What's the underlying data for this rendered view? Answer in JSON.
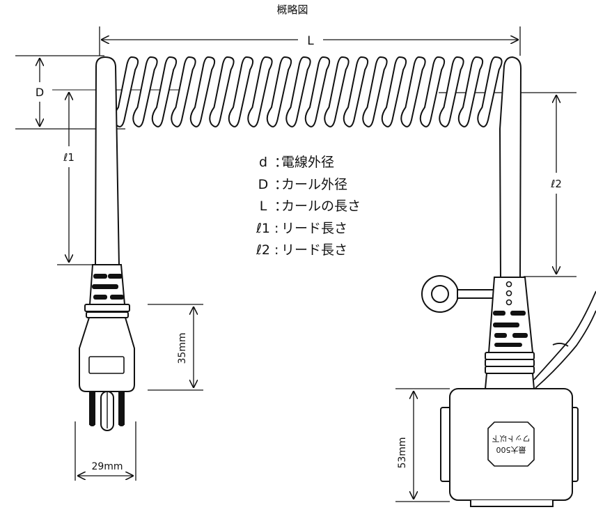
{
  "title": "概略図",
  "dimensions": {
    "L": "L",
    "D": "D",
    "l1": "ℓ1",
    "l2": "ℓ2",
    "d": "d",
    "plug_length": "35mm",
    "plug_width": "29mm",
    "box_height": "53mm"
  },
  "legend": [
    {
      "key": "d",
      "sep": "：",
      "text": "電線外径"
    },
    {
      "key": "D",
      "sep": "：",
      "text": "カール外径"
    },
    {
      "key": "L",
      "sep": "：",
      "text": "カールの長さ"
    },
    {
      "key": "ℓ1",
      "sep": ":",
      "text": "リード長さ"
    },
    {
      "key": "ℓ2",
      "sep": ":",
      "text": "リード長さ"
    }
  ],
  "box_label": {
    "line1": "最大500",
    "line2": "ワット以下"
  },
  "coil_turns": 20
}
